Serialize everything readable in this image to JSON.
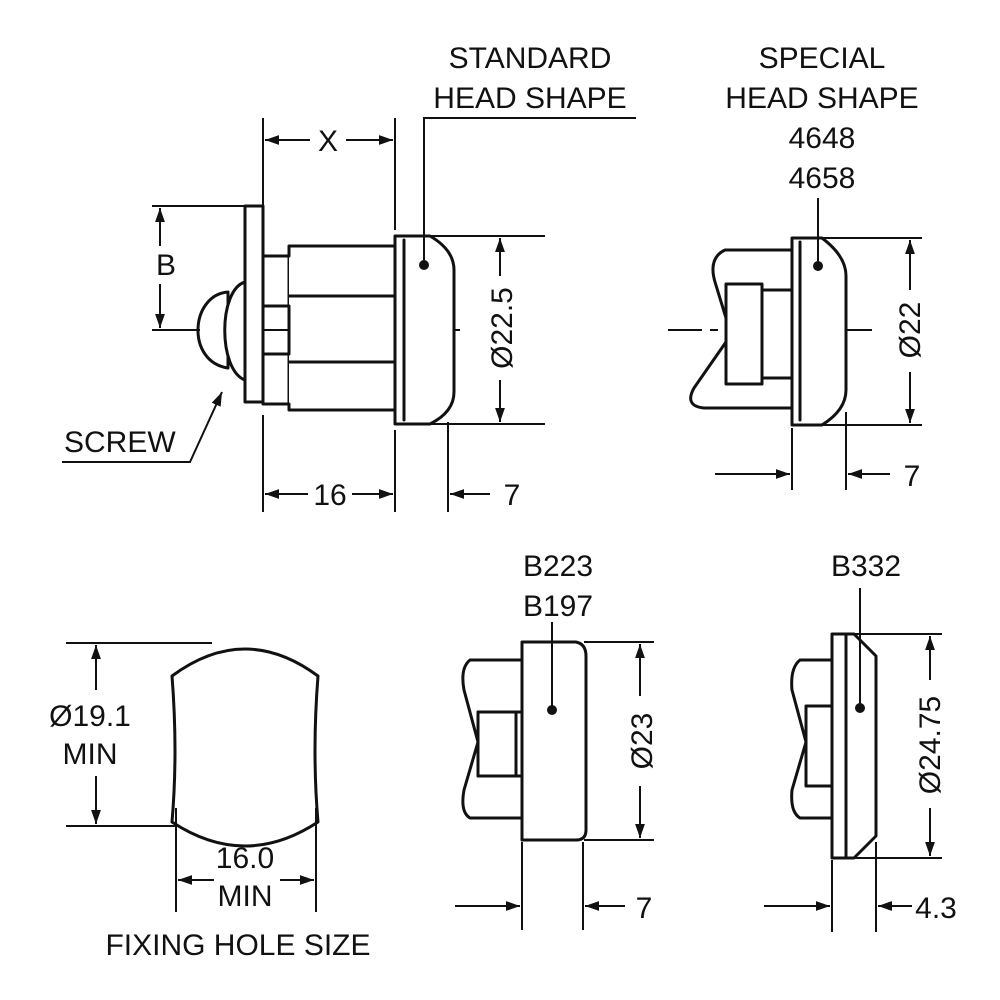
{
  "labels": {
    "standard_1": "STANDARD",
    "standard_2": "HEAD SHAPE",
    "special_1": "SPECIAL",
    "special_2": "HEAD SHAPE",
    "special_3": "4648",
    "special_4": "4658",
    "screw": "SCREW",
    "x": "X",
    "b": "B",
    "d16": "16",
    "d7a": "7",
    "dia225": "Ø22.5",
    "dia22": "Ø22",
    "d7b": "7",
    "b223_1": "B223",
    "b223_2": "B197",
    "b332": "B332",
    "dia191_1": "Ø19.1",
    "dia191_2": "MIN",
    "w16_1": "16.0",
    "w16_2": "MIN",
    "fixing": "FIXING HOLE SIZE",
    "dia23": "Ø23",
    "d7c": "7",
    "dia2475": "Ø24.75",
    "d43": "4.3"
  }
}
